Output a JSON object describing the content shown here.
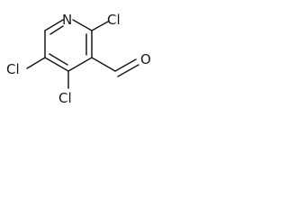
{
  "molecule": {
    "atoms": {
      "ring_nitrogen": "N",
      "chlorine_2": "Cl",
      "chlorine_4": "Cl",
      "chlorine_5": "Cl",
      "aldehyde_oxygen": "O"
    }
  }
}
